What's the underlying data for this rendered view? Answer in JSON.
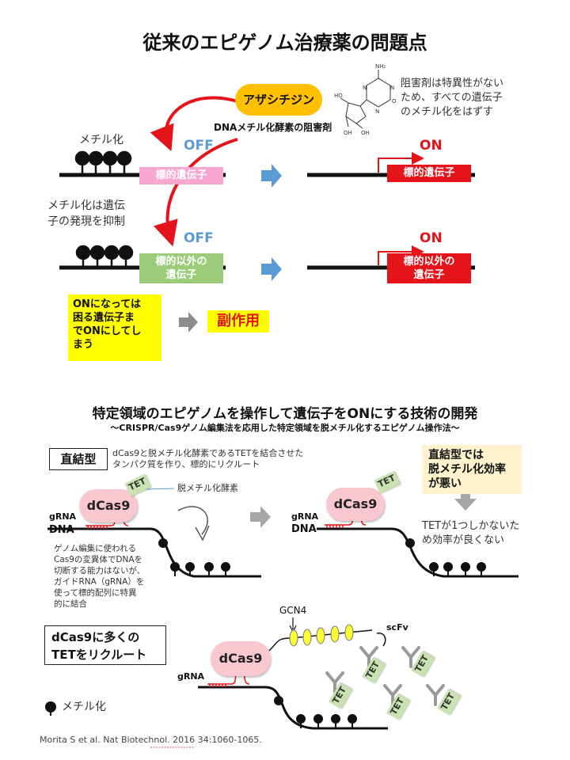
{
  "top": {
    "title": "従来のエピゲノム治療薬の問題点",
    "drug_name": "アザシチジン",
    "drug_desc": "DNAメチル化酵素の阻害剤",
    "inhibitor_note_lines": [
      "阻害剤は特異性がない",
      "ため、すべての遺伝子",
      "のメチル化をはずす"
    ],
    "methylation_label": "メチル化",
    "repression_note_lines": [
      "メチル化は遺伝",
      "子の発現を抑制"
    ],
    "off_label": "OFF",
    "on_label": "ON",
    "target_gene_label": "標的遺伝子",
    "nontarget_gene_lines": [
      "標的以外の",
      "遺伝子"
    ],
    "side_effect_lines": [
      "ONになっては",
      "困る遺伝子ま",
      "でONにしてし",
      "まう"
    ],
    "side_effect_label": "副作用"
  },
  "bottom": {
    "title": "特定領域のエピゲノムを操作して遺伝子をONにする技術の開発",
    "subtitle": "～CRISPR/Cas9ゲノム編集法を応用した特定領域を脱メチル化するエピゲノム操作法～",
    "direct_label": "直結型",
    "direct_desc_lines": [
      "dCas9と脱メチル化酵素であるTETを結合させた",
      "タンパク質を作り、標的にリクルート"
    ],
    "demethylase_label": "脱メチル化酵素",
    "dcas9_label": "dCas9",
    "tet_label": "TET",
    "grna_label": "gRNA",
    "dna_label": "DNA",
    "dcas9_desc_lines": [
      "ゲノム編集に使われる",
      "Cas9の変異体でDNAを",
      "切断する能力はないが、",
      "ガイドRNA（gRNA）を",
      "使って標的配列に特異",
      "的に結合"
    ],
    "inefficient_lines": [
      "直結型では",
      "脱メチル化効率",
      "が悪い"
    ],
    "one_tet_lines": [
      "TETが1つしかないた",
      "め効率が良くない"
    ],
    "recruit_lines": [
      "dCas9に多くの",
      "TETをリクルート"
    ],
    "gcn4_label": "GCN4",
    "scfv_label": "scFv",
    "legend_label": "メチル化",
    "citation": "Morita S et al. Nat Biotechnol.  2016 34:1060-1065."
  },
  "colors": {
    "off": "#5b9bd5",
    "on": "#e5141a",
    "target_off": "#f7a6cf",
    "nontarget": "#9ccc7a",
    "highlight": "#ffff00",
    "dcas9": "#f8c7cf",
    "tet": "#c9e3b0",
    "gcn4": "#ffff33",
    "arrow_blue": "#5b9bd5"
  }
}
